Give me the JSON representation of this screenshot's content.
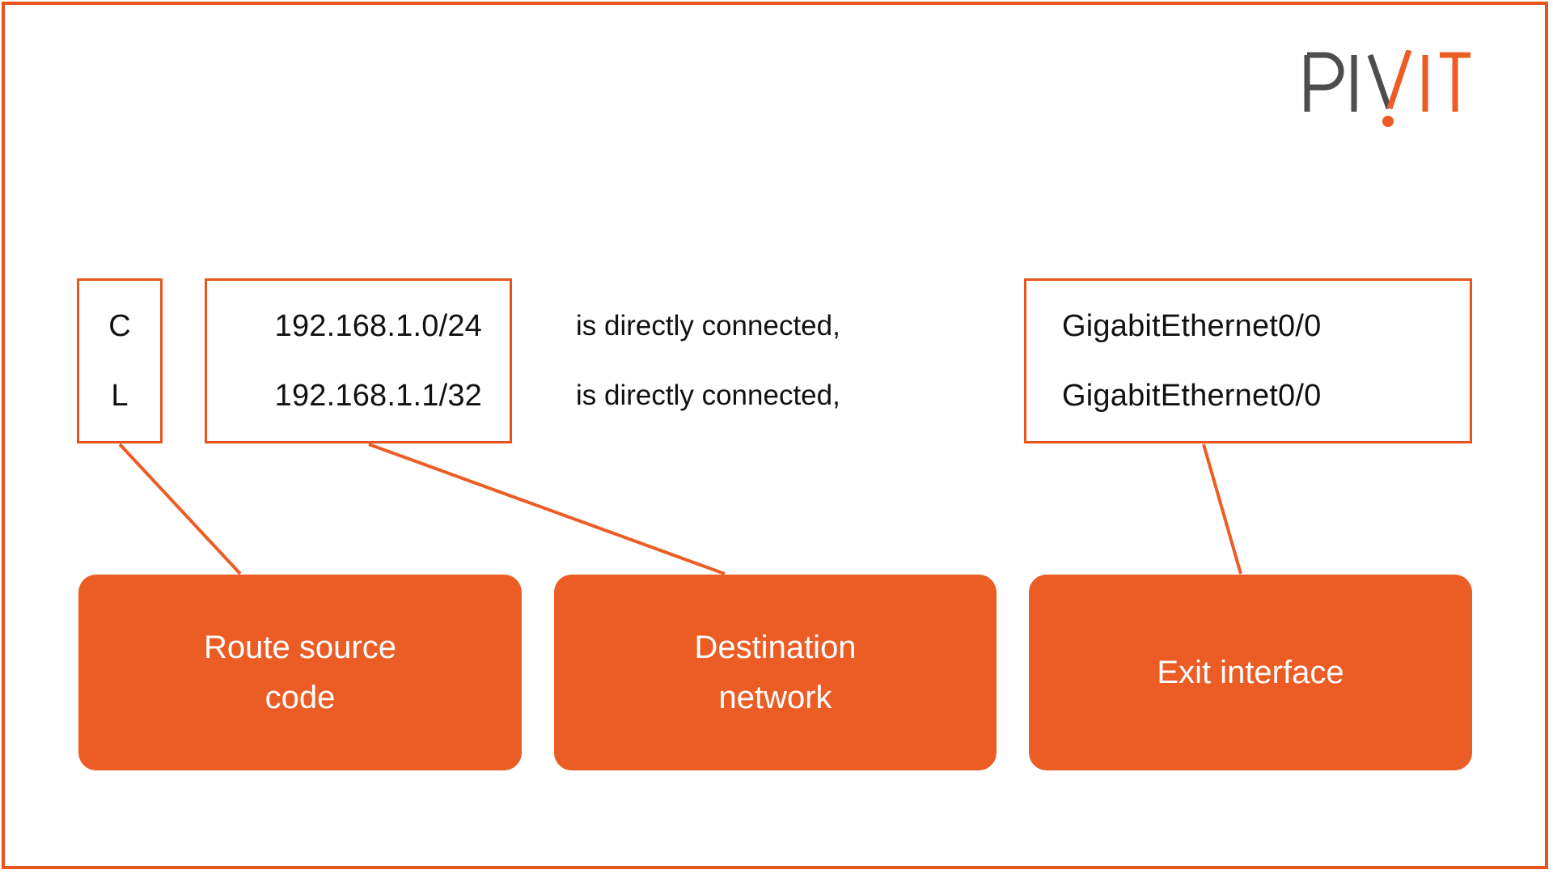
{
  "brand": {
    "logo_text_dark": "PIV",
    "logo_text_accent": "IT",
    "logo_name": "PIVIT",
    "accent_color": "#e8541e",
    "dark_color": "#4d4d4d",
    "button_color": "#ec5c25"
  },
  "route_table": {
    "source_codes": [
      "C",
      "L"
    ],
    "destination_networks": [
      "192.168.1.0/24",
      "192.168.1.1/32"
    ],
    "status_text": [
      "is directly connected,",
      "is directly connected,"
    ],
    "exit_interfaces": [
      "GigabitEthernet0/0",
      "GigabitEthernet0/0"
    ]
  },
  "callouts": [
    {
      "label_line1": "Route source",
      "label_line2": "code"
    },
    {
      "label_line1": "Destination",
      "label_line2": "network"
    },
    {
      "label_line1": "Exit interface",
      "label_line2": ""
    }
  ]
}
